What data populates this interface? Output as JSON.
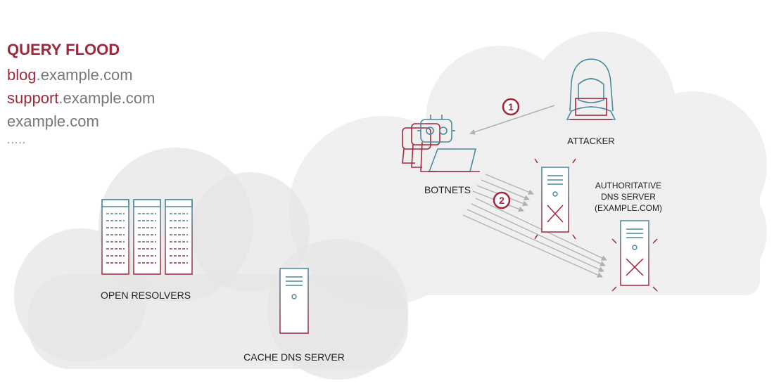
{
  "legend": {
    "title": "QUERY FLOOD",
    "domains": [
      {
        "sub": "blog",
        "rest": ".example.com"
      },
      {
        "sub": "support",
        "rest": ".example.com"
      },
      {
        "sub": "",
        "rest": "example.com"
      }
    ],
    "ellipsis": "....."
  },
  "labels": {
    "attacker": "ATTACKER",
    "botnets": "BOTNETS",
    "auth_line1": "AUTHORITATIVE",
    "auth_line2": "DNS SERVER",
    "auth_line3": "(EXAMPLE.COM)",
    "open_resolvers": "OPEN RESOLVERS",
    "cache_dns": "CACHE DNS SERVER"
  },
  "steps": [
    "1",
    "2"
  ],
  "colors": {
    "accent": "#a0283c",
    "teal": "#4a8a9a",
    "cloud": "#efefef",
    "arrow": "#b0b0b0"
  }
}
